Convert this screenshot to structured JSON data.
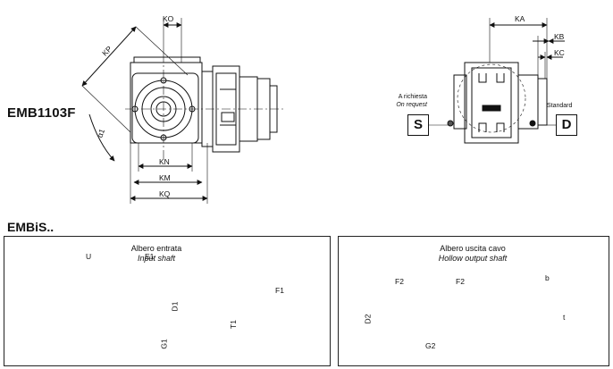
{
  "model_label": "EMB1103F",
  "series_label": "EMBiS..",
  "dimensions_top": {
    "kp": "KP",
    "ko": "KO",
    "alpha1": "α1",
    "kn": "KN",
    "km": "KM",
    "kq": "KQ",
    "ka": "KA",
    "kb": "KB",
    "kc": "KC"
  },
  "options": {
    "left_text": "A richiesta",
    "left_text_en": "On request",
    "left_badge": "S",
    "right_text": "Standard",
    "right_badge": "D"
  },
  "input_panel": {
    "title": "Albero entrata",
    "subtitle": "Input shaft",
    "u": "U",
    "e1": "E1",
    "d1": "D1",
    "g1": "G1",
    "f1": "F1",
    "t1": "T1"
  },
  "output_panel": {
    "title": "Albero uscita cavo",
    "subtitle": "Hollow output shaft",
    "f2_left": "F2",
    "f2_right": "F2",
    "b": "b",
    "d2": "D2",
    "g2": "G2",
    "t": "t"
  }
}
